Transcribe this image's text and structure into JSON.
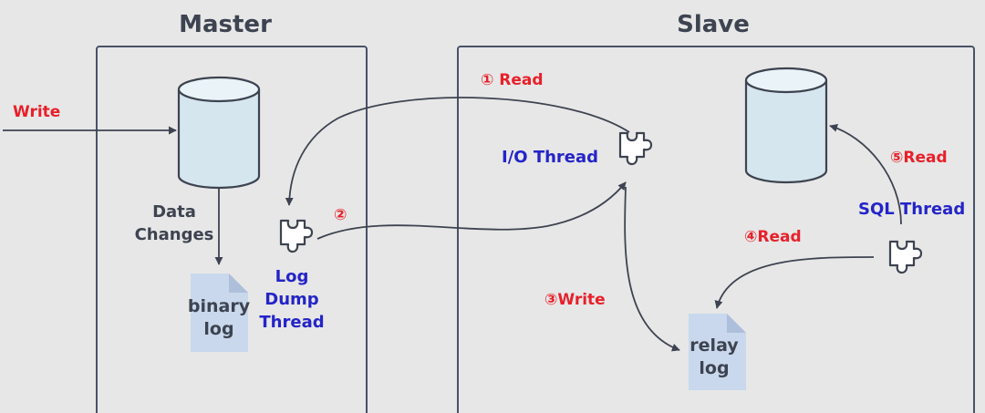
{
  "master": {
    "title": "Master"
  },
  "slave": {
    "title": "Slave"
  },
  "labels": {
    "write_in": "Write",
    "data_changes": [
      "Data",
      "Changes"
    ],
    "binary_log": [
      "binary",
      "log"
    ],
    "relay_log": [
      "relay",
      "log"
    ],
    "log_dump_thread": [
      "Log",
      "Dump",
      "Thread"
    ],
    "io_thread": "I/O Thread",
    "sql_thread": "SQL Thread"
  },
  "steps": {
    "step1": "① Read",
    "step2": "②",
    "step3": "③Write",
    "step4": "④Read",
    "step5": "⑤Read"
  },
  "colors": {
    "step_label": "#e8202a",
    "thread_label": "#2424c8",
    "text": "#3d4350"
  }
}
